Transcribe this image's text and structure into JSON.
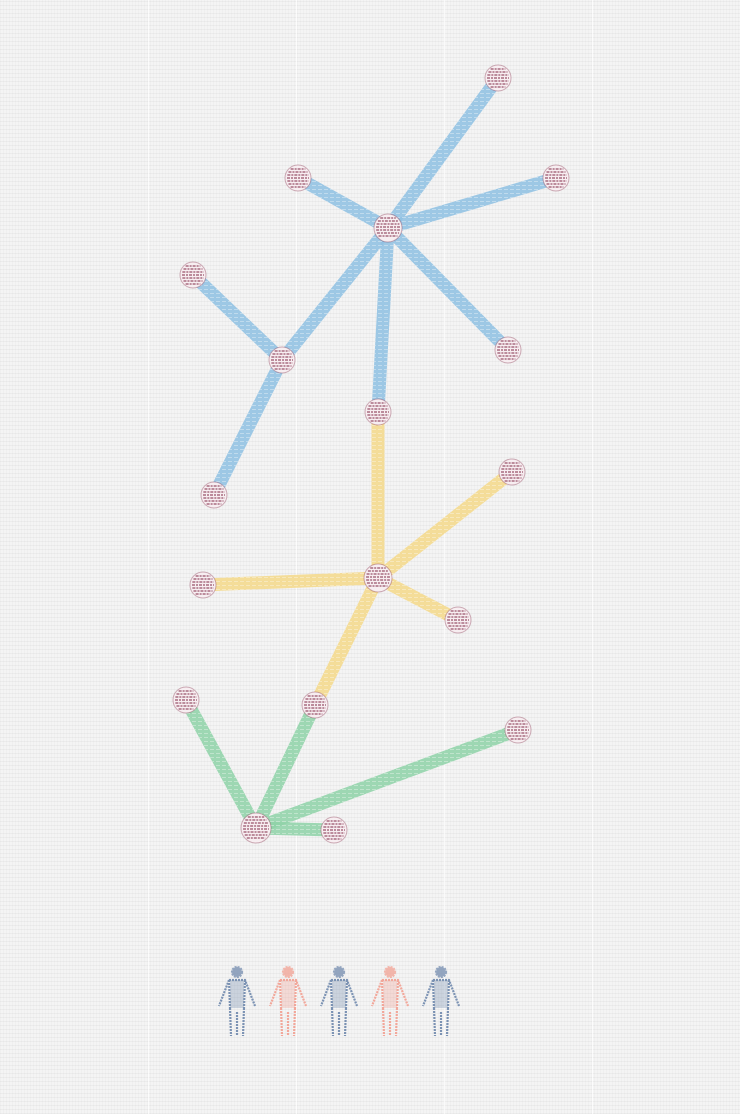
{
  "diagram": {
    "background": "#f4f4f4",
    "edge_colors": {
      "blue": "#8fc1e3",
      "yellow": "#f5d98a",
      "green": "#8fd3a8"
    },
    "node_color": "#7a1f3d",
    "clusters": [
      {
        "name": "blue",
        "color_key": "blue",
        "hubs": [
          "b_hub",
          "b_mid"
        ],
        "nodes": [
          {
            "id": "b_hub"
          },
          {
            "id": "b_tr"
          },
          {
            "id": "b_tl"
          },
          {
            "id": "b_r"
          },
          {
            "id": "b_br"
          },
          {
            "id": "b_ll"
          },
          {
            "id": "b_mid"
          },
          {
            "id": "b_bl"
          },
          {
            "id": "b_bot"
          }
        ],
        "edges": [
          [
            "b_hub",
            "b_tr"
          ],
          [
            "b_hub",
            "b_tl"
          ],
          [
            "b_hub",
            "b_r"
          ],
          [
            "b_hub",
            "b_br"
          ],
          [
            "b_hub",
            "b_mid"
          ],
          [
            "b_hub",
            "b_bot"
          ],
          [
            "b_mid",
            "b_ll"
          ],
          [
            "b_mid",
            "b_bl"
          ]
        ]
      },
      {
        "name": "yellow",
        "color_key": "yellow",
        "hubs": [
          "y_hub"
        ],
        "nodes": [
          {
            "id": "y_hub"
          },
          {
            "id": "y_tr"
          },
          {
            "id": "y_l"
          },
          {
            "id": "y_br"
          },
          {
            "id": "y_bl"
          }
        ],
        "edges": [
          [
            "y_hub",
            "b_bot"
          ],
          [
            "y_hub",
            "y_tr"
          ],
          [
            "y_hub",
            "y_l"
          ],
          [
            "y_hub",
            "y_br"
          ],
          [
            "y_hub",
            "y_bl"
          ]
        ]
      },
      {
        "name": "green",
        "color_key": "green",
        "hubs": [
          "g_hub"
        ],
        "nodes": [
          {
            "id": "g_hub"
          },
          {
            "id": "g_tl"
          },
          {
            "id": "g_r"
          },
          {
            "id": "g_b"
          }
        ],
        "edges": [
          [
            "g_hub",
            "g_tl"
          ],
          [
            "g_hub",
            "y_bl"
          ],
          [
            "g_hub",
            "g_r"
          ],
          [
            "g_hub",
            "g_b"
          ]
        ]
      }
    ]
  },
  "people": {
    "colors": [
      "#7b92b3",
      "#f2a79a",
      "#7b92b3",
      "#f2a79a",
      "#7b92b3"
    ]
  }
}
